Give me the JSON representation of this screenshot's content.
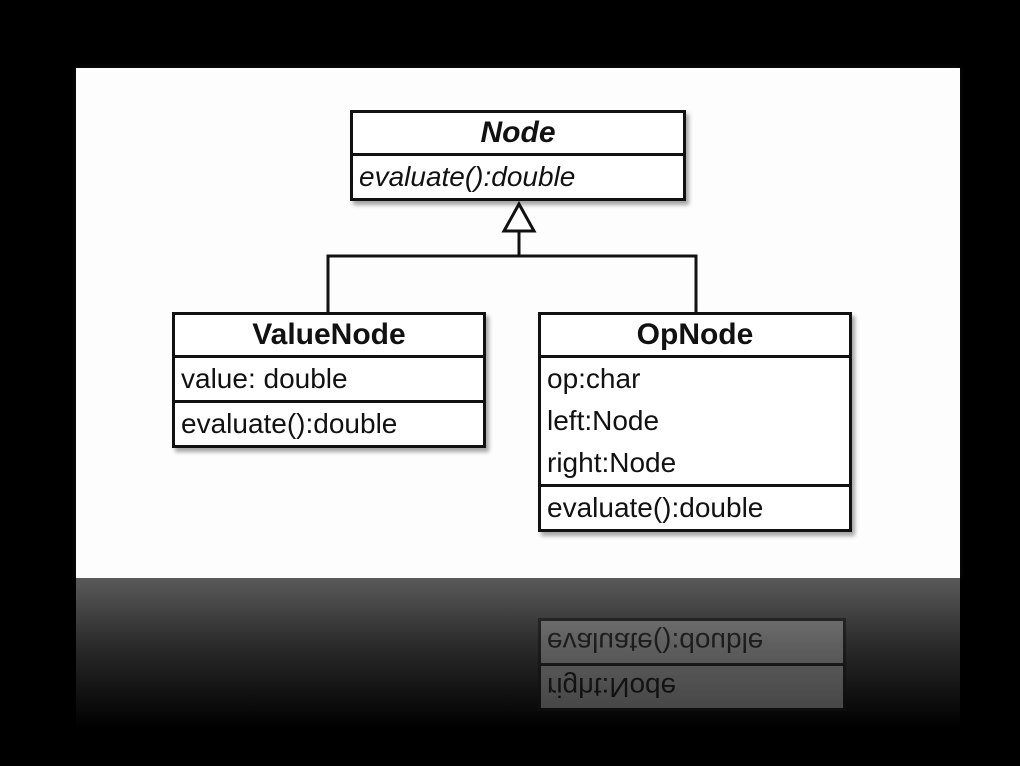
{
  "diagram": {
    "classes": {
      "node": {
        "name": "Node",
        "operations": [
          "evaluate():double"
        ]
      },
      "valuenode": {
        "name": "ValueNode",
        "attributes": [
          "value: double"
        ],
        "operations": [
          "evaluate():double"
        ]
      },
      "opnode": {
        "name": "OpNode",
        "attributes": [
          "op:char",
          "left:Node",
          "right:Node"
        ],
        "operations": [
          "evaluate():double"
        ]
      }
    },
    "reflection": {
      "operation": "evaluate():double",
      "attribute": "right:Node"
    }
  },
  "colors": {
    "background": "#000000",
    "slide": "#fdfdfd",
    "line": "#111111"
  }
}
